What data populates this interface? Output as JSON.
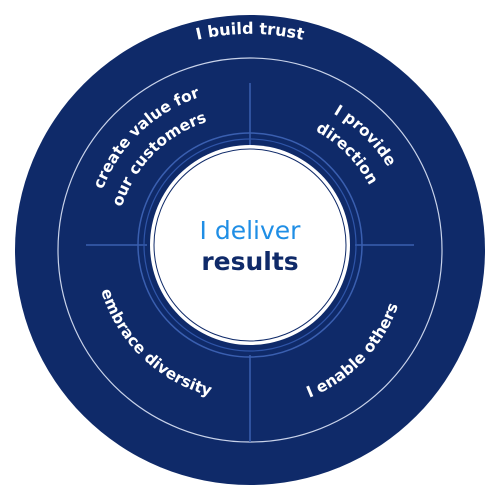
{
  "colors": {
    "navy": "#0f2a69",
    "center_fill": "#ffffff",
    "thin_line": "#c9d3ea",
    "divider_line": "#3a5fb0",
    "accent_blue": "#1f8ee5",
    "dark_text": "#0f2a69"
  },
  "outer_ring": {
    "label": "I build trust"
  },
  "segments": {
    "top_left": [
      "I create value for",
      "our customers"
    ],
    "top_right": [
      "I provide",
      "direction"
    ],
    "bottom_left": "I embrace diversity",
    "bottom_right": "I enable others"
  },
  "center": {
    "line1": "I deliver",
    "line2": "results"
  }
}
